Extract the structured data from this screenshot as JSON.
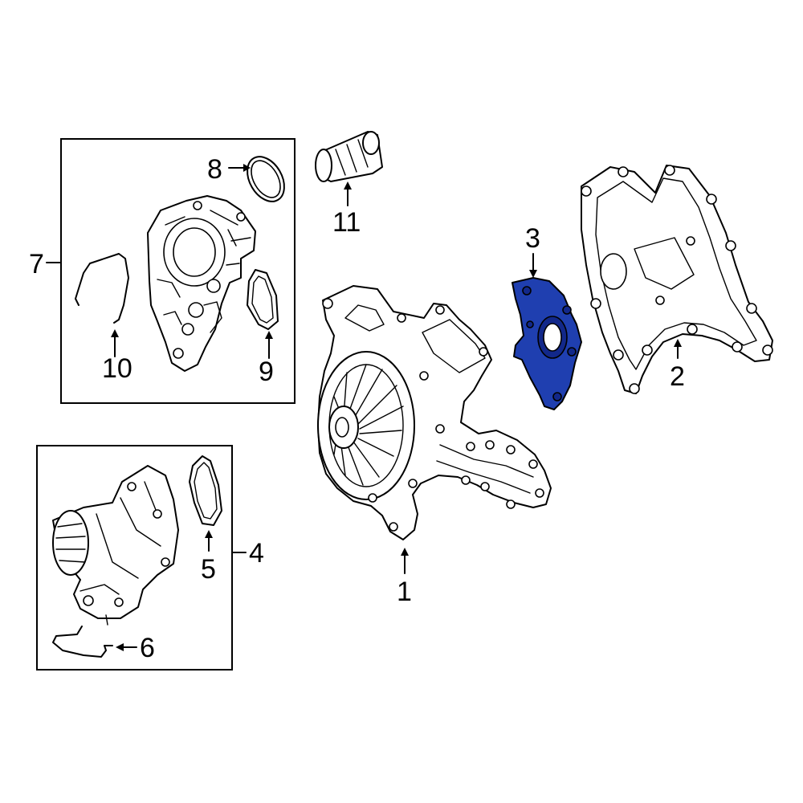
{
  "highlight_color": "#1f3fb0",
  "callouts": {
    "c1": "1",
    "c2": "2",
    "c3": "3",
    "c4": "4",
    "c5": "5",
    "c6": "6",
    "c7": "7",
    "c8": "8",
    "c9": "9",
    "c10": "10",
    "c11": "11"
  },
  "highlighted_part": "3"
}
